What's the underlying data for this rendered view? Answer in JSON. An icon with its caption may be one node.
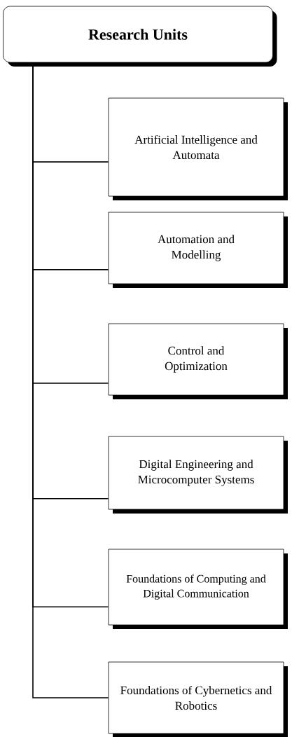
{
  "diagram": {
    "nodes": [
      {
        "text": [
          "Research Units"
        ]
      },
      {
        "text": [
          "Artificial Intelligence and Automata"
        ]
      },
      {
        "text": [
          "Automation and Modelling"
        ]
      },
      {
        "text": [
          "Control and Optimization"
        ]
      },
      {
        "text": [
          "Digital Engineering and Microcomputer Systems"
        ]
      },
      {
        "text": [
          "Foundations of Computing and Digital Communication"
        ]
      },
      {
        "text": [
          "Foundations of Cybernetics and Robotics"
        ]
      }
    ],
    "edges": [
      {
        "from": 0,
        "to": 1,
        "arrow": "none"
      },
      {
        "from": 0,
        "to": 2,
        "arrow": "none"
      },
      {
        "from": 0,
        "to": 3,
        "arrow": "none"
      },
      {
        "from": 0,
        "to": 4,
        "arrow": "none"
      },
      {
        "from": 0,
        "to": 5,
        "arrow": "none"
      },
      {
        "from": 0,
        "to": 6,
        "arrow": "none"
      }
    ]
  }
}
